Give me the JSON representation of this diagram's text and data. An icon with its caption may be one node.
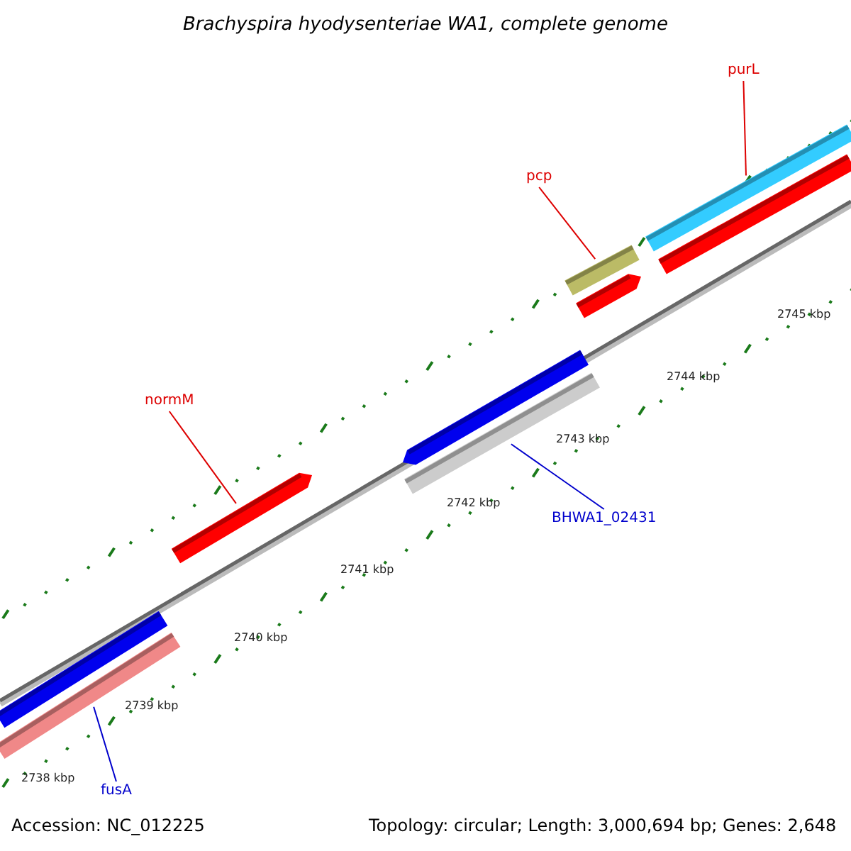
{
  "diagram": {
    "title": "Brachyspira hyodysenteriae WA1, complete genome",
    "nodes": [
      {
        "text": [
          "purL"
        ]
      },
      {
        "text": [
          "pcp"
        ]
      },
      {
        "text": [
          "normM"
        ]
      },
      {
        "text": [
          "BHWA1_02431"
        ]
      },
      {
        "text": [
          "fusA"
        ]
      },
      {
        "text": [],
        "shape": "bar"
      },
      {
        "text": [],
        "shape": "bar"
      },
      {
        "text": [],
        "shape": "bar"
      },
      {
        "text": [],
        "shape": "bar"
      },
      {
        "text": [],
        "shape": "bar"
      },
      {
        "text": [],
        "shape": "bar"
      },
      {
        "text": [],
        "shape": "bar"
      },
      {
        "text": [],
        "shape": "bar"
      },
      {
        "text": [],
        "shape": "bar"
      }
    ],
    "edges": [
      {
        "from": 0,
        "to": 5,
        "arrow": "none"
      },
      {
        "from": 1,
        "to": 7,
        "arrow": "none"
      },
      {
        "from": 2,
        "to": 11,
        "arrow": "none"
      },
      {
        "from": 3,
        "to": 10,
        "arrow": "none",
        "color": "#0000cc"
      },
      {
        "from": 4,
        "to": 13,
        "arrow": "none",
        "color": "#0000cc"
      }
    ],
    "labels": [
      "2745 kbp",
      "2744 kbp",
      "2743 kbp",
      "2742 kbp",
      "2741 kbp",
      "2740 kbp",
      "2739 kbp",
      "2738 kbp",
      "Accession: NC_012225",
      "Topology: circular; Length: 3,000,694 bp; Genes: 2,648"
    ]
  }
}
